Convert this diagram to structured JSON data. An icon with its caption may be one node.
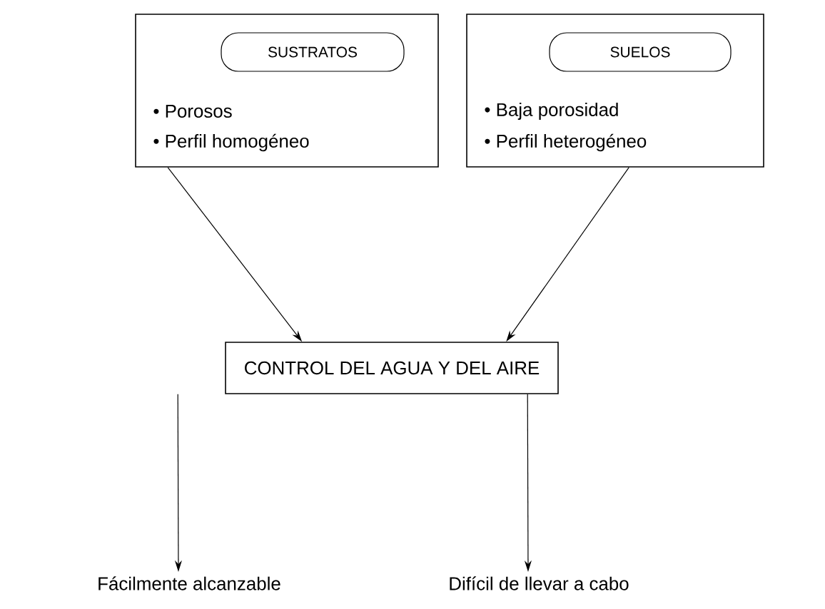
{
  "diagram": {
    "nodes": [
      {
        "text": [
          "• Porosos",
          "• Perfil homogéneo"
        ]
      },
      {
        "text": [
          "SUSTRATOS"
        ],
        "in": 0
      },
      {
        "text": [
          "• Baja porosidad",
          "• Perfil heterogéneo"
        ]
      },
      {
        "text": [
          "SUELOS"
        ],
        "in": 2
      },
      {
        "text": [
          "CONTROL DEL AGUA Y DEL AIRE"
        ]
      },
      {
        "text": [
          "Fácilmente alcanzable"
        ]
      },
      {
        "text": [
          "Difícil de llevar a cabo"
        ]
      }
    ],
    "edges": [
      {
        "from": 0,
        "to": 4,
        "arrow": "to"
      },
      {
        "from": 2,
        "to": 4,
        "arrow": "to"
      },
      {
        "from": 4,
        "to": 5,
        "arrow": "to"
      },
      {
        "from": 4,
        "to": 6,
        "arrow": "to"
      }
    ]
  }
}
